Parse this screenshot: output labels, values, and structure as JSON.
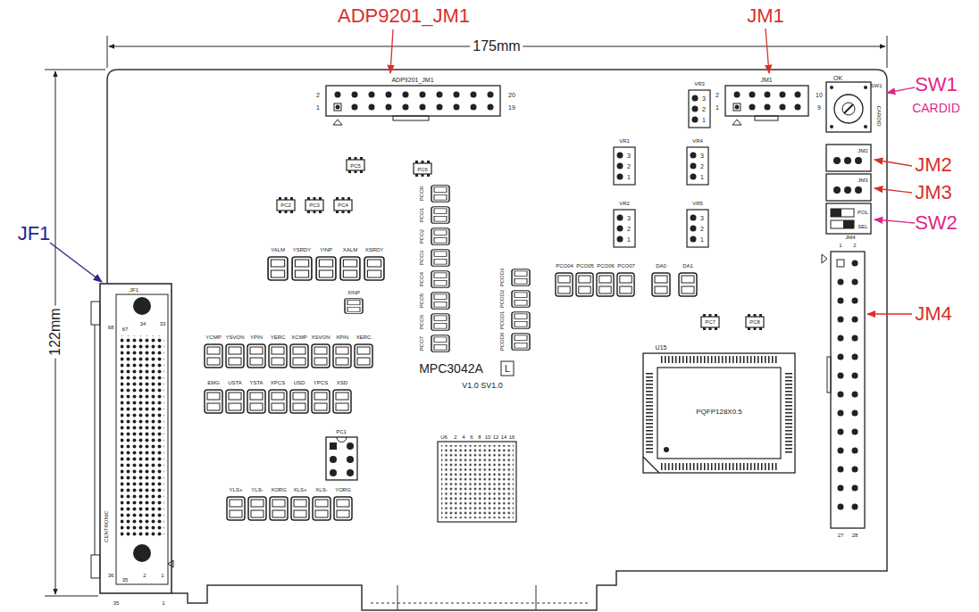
{
  "diagram": {
    "labels": [
      "ADP9201_JM1",
      "JM1",
      "SW1",
      "CARDID",
      "JM2",
      "JM3",
      "SW2",
      "JM4",
      "JF1",
      "175mm",
      "122mm",
      "ADP9201_JM1",
      "2",
      "1",
      "20",
      "19",
      "JM1",
      "2",
      "1",
      "10",
      "9",
      "VR3",
      "3",
      "2",
      "1",
      "VR1",
      "3",
      "2",
      "1",
      "VR4",
      "3",
      "2",
      "1",
      "VR2",
      "3",
      "2",
      "1",
      "VR5",
      "3",
      "2",
      "1",
      "OK",
      "SW1",
      "CARDID",
      "JM2",
      "JM3",
      "POL",
      "SEL",
      "JM4",
      "1",
      "2",
      "27",
      "28",
      "PC5",
      "PC6",
      "PC2",
      "PC3",
      "PC4",
      "YALM",
      "YSRDY",
      "YINP",
      "XALM",
      "XSRDY",
      "XINP",
      "YCMP",
      "YSVON",
      "YPIN",
      "YERC",
      "XCMP",
      "XSVON",
      "XPIN",
      "XERC",
      "EMG",
      "USTA",
      "YSTA",
      "XPCS",
      "USD",
      "YPCS",
      "XSD",
      "PC1",
      "YLS+",
      "YLS-",
      "XORG",
      "XLS+",
      "XLS-",
      "YORG",
      "PCO0",
      "PCO1",
      "PCO2",
      "PCO3",
      "PCO4",
      "PCO5",
      "PCO6",
      "PCO7",
      "PCOD3",
      "PCOD2",
      "PCOD1",
      "PCOD0",
      "PCO04",
      "PCO05",
      "PCO06",
      "PCO07",
      "DA0",
      "DA1",
      "PC7",
      "PC8",
      "MPC3042A",
      "L",
      "V1.0 SV1.0",
      "U15",
      "PQFP128X0.5",
      "U6",
      "2",
      "4",
      "6",
      "8",
      "10",
      "12",
      "14",
      "16",
      "JF1",
      "68",
      "67",
      "34",
      "33",
      "36",
      "35",
      "2",
      "1",
      "CENTRONIC",
      "35",
      "1"
    ]
  }
}
